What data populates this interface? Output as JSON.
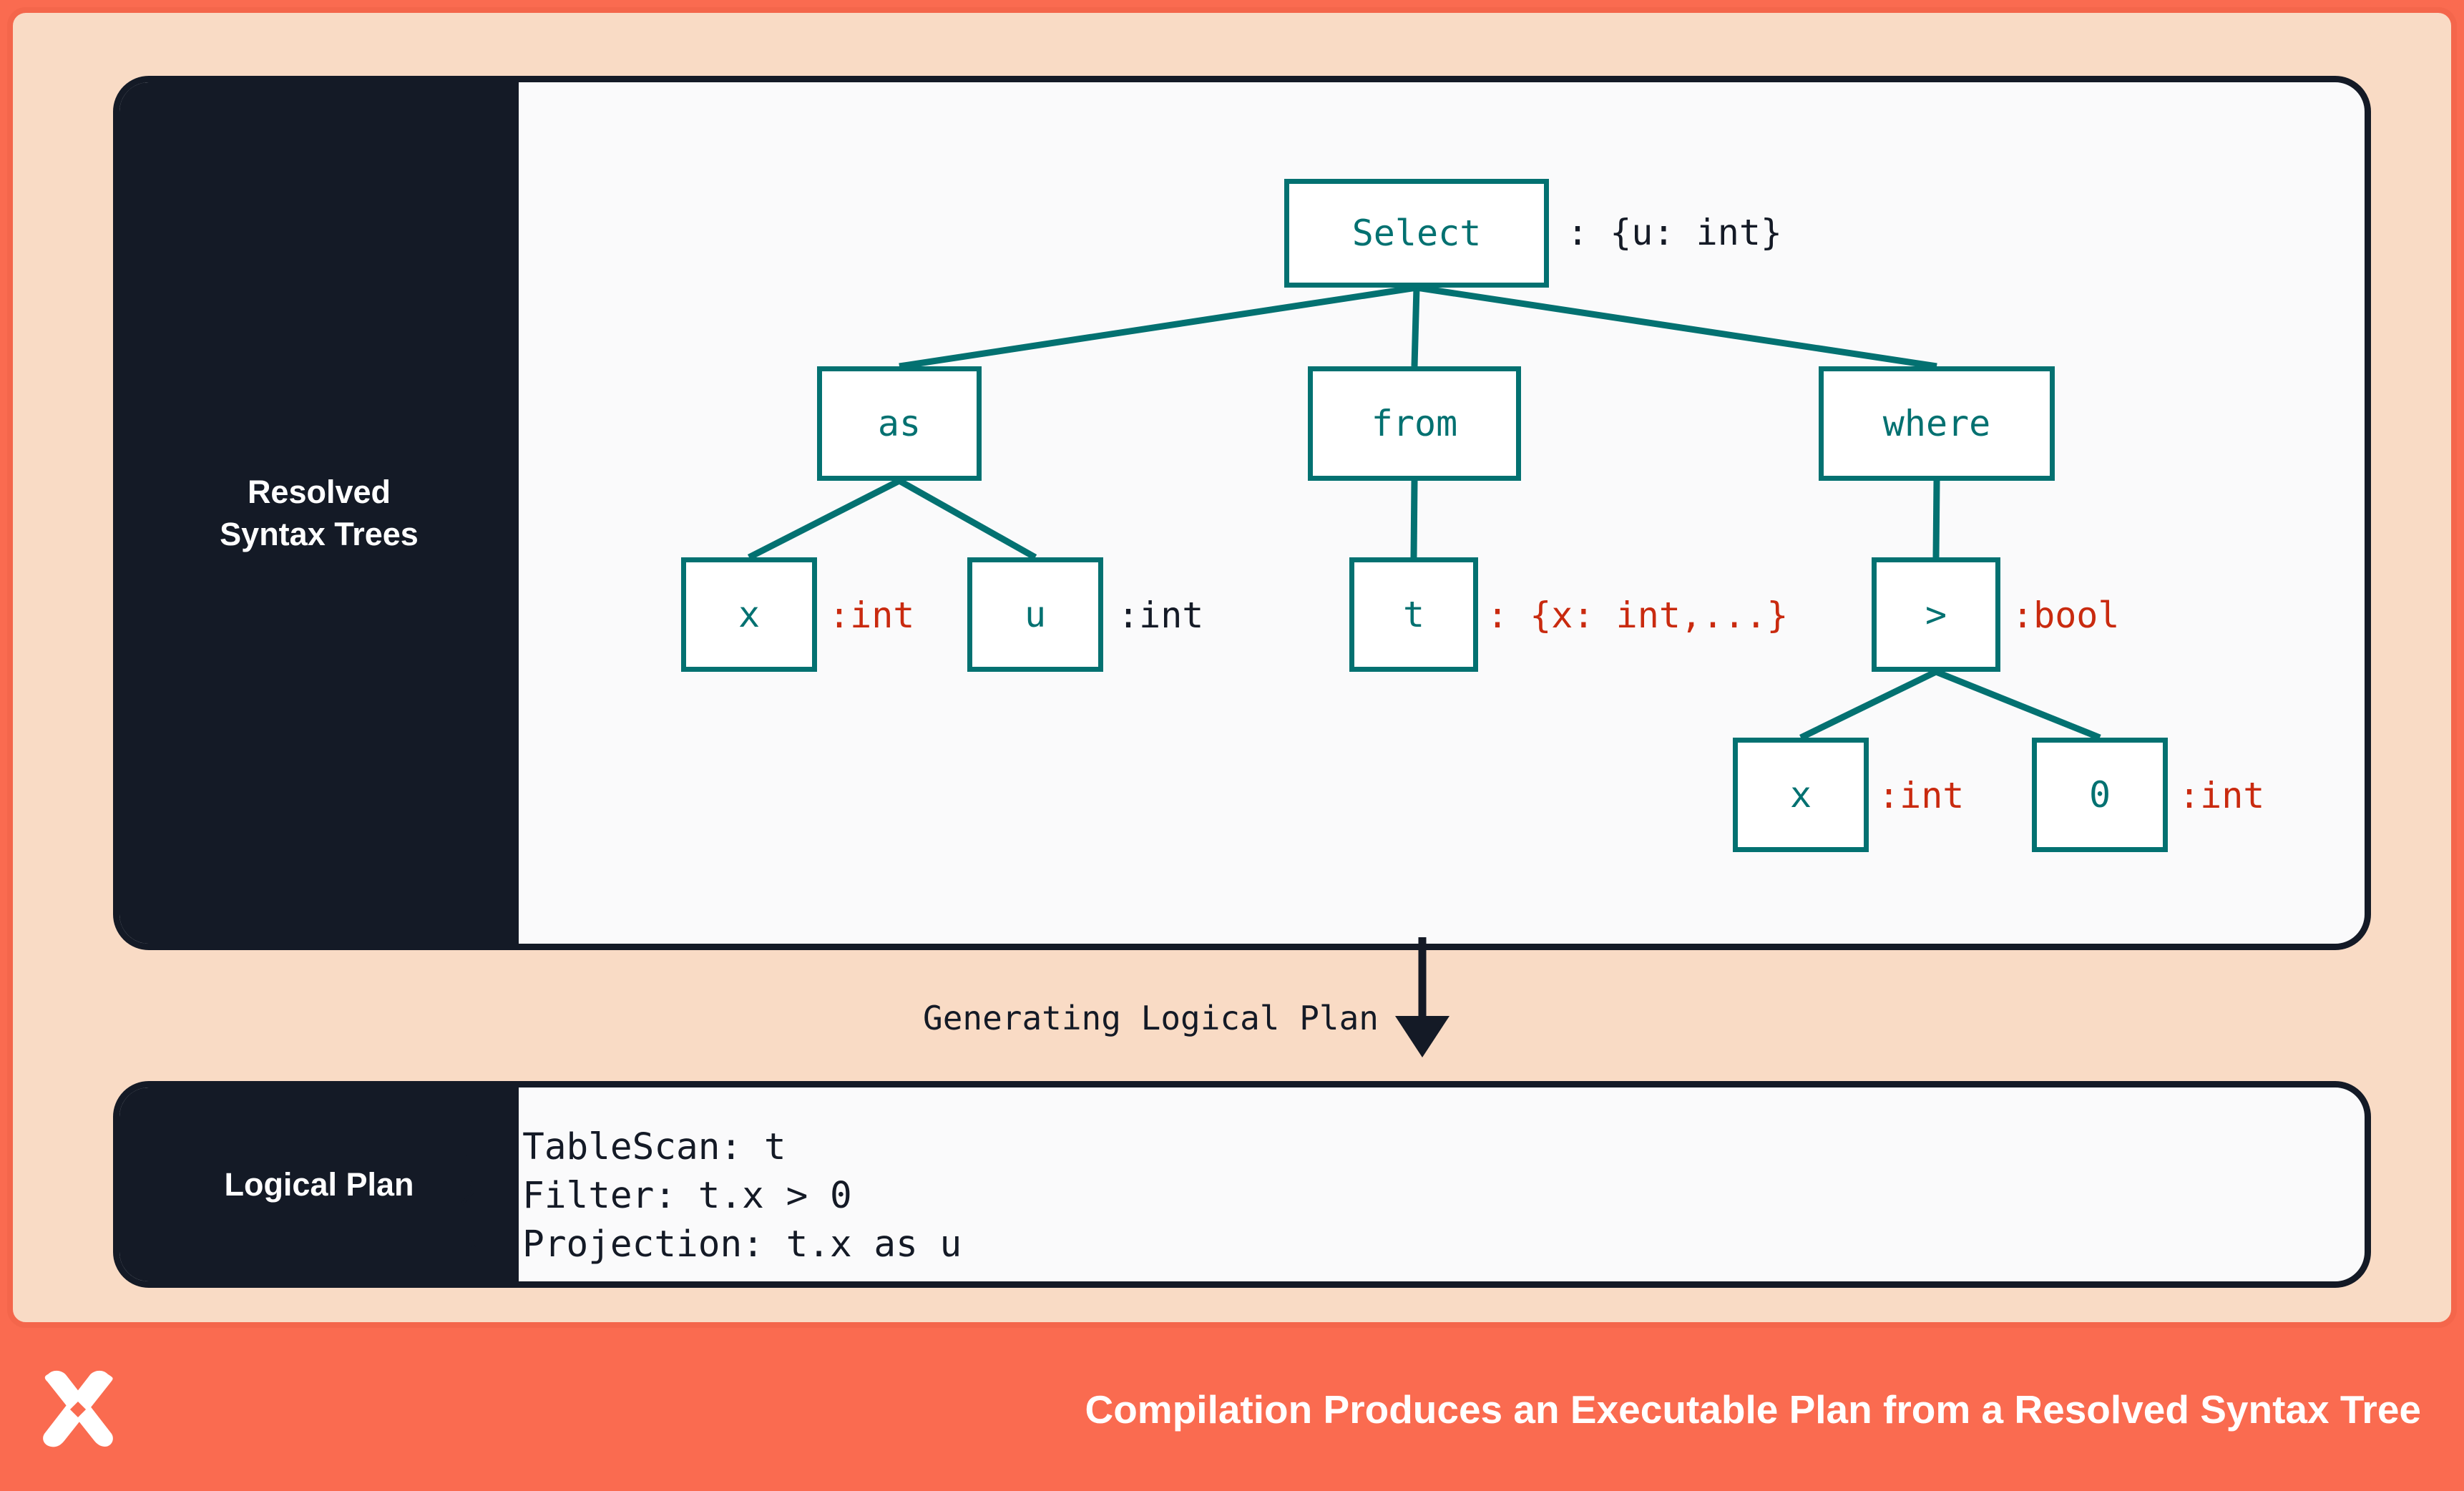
{
  "theme": {
    "banner_bg": "#FA6B50",
    "canvas_bg": "#F9DBC5",
    "canvas_border": "#F4664B",
    "panel_border": "#141A26",
    "panel_body_bg": "#FAFAFB",
    "node_teal": "#037171",
    "type_red": "#C92A0F",
    "type_dark": "#141A26",
    "label_text": "#FFFFFF"
  },
  "panels": {
    "tree": {
      "label": "Resolved\nSyntax Trees"
    },
    "plan": {
      "label": "Logical Plan"
    }
  },
  "tree": {
    "nodes": [
      {
        "id": "select",
        "label": "Select",
        "annotation": ": {u: int}",
        "annotation_color": "dark"
      },
      {
        "id": "as",
        "label": "as",
        "annotation": "",
        "annotation_color": "dark"
      },
      {
        "id": "from",
        "label": "from",
        "annotation": "",
        "annotation_color": "dark"
      },
      {
        "id": "where",
        "label": "where",
        "annotation": "",
        "annotation_color": "dark"
      },
      {
        "id": "as-x",
        "label": "x",
        "annotation": ":int",
        "annotation_color": "red"
      },
      {
        "id": "as-u",
        "label": "u",
        "annotation": ":int",
        "annotation_color": "dark"
      },
      {
        "id": "from-t",
        "label": "t",
        "annotation": ": {x: int,...}",
        "annotation_color": "red"
      },
      {
        "id": "gt",
        "label": ">",
        "annotation": ":bool",
        "annotation_color": "red"
      },
      {
        "id": "gt-x",
        "label": "x",
        "annotation": ":int",
        "annotation_color": "red"
      },
      {
        "id": "gt-0",
        "label": "0",
        "annotation": ":int",
        "annotation_color": "red"
      }
    ],
    "edges": [
      {
        "from": "select",
        "to": "as"
      },
      {
        "from": "select",
        "to": "from"
      },
      {
        "from": "select",
        "to": "where"
      },
      {
        "from": "as",
        "to": "as-x"
      },
      {
        "from": "as",
        "to": "as-u"
      },
      {
        "from": "from",
        "to": "from-t"
      },
      {
        "from": "where",
        "to": "gt"
      },
      {
        "from": "gt",
        "to": "gt-x"
      },
      {
        "from": "gt",
        "to": "gt-0"
      }
    ]
  },
  "transition": {
    "caption": "Generating Logical Plan"
  },
  "plan": {
    "steps": [
      "1. TableScan: t",
      "2. Filter: t.x > 0",
      "3. Projection: t.x as u"
    ]
  },
  "banner": {
    "title": "Compilation Produces an Executable Plan from a Resolved Syntax Tree",
    "logo": "x-mark-logo"
  }
}
